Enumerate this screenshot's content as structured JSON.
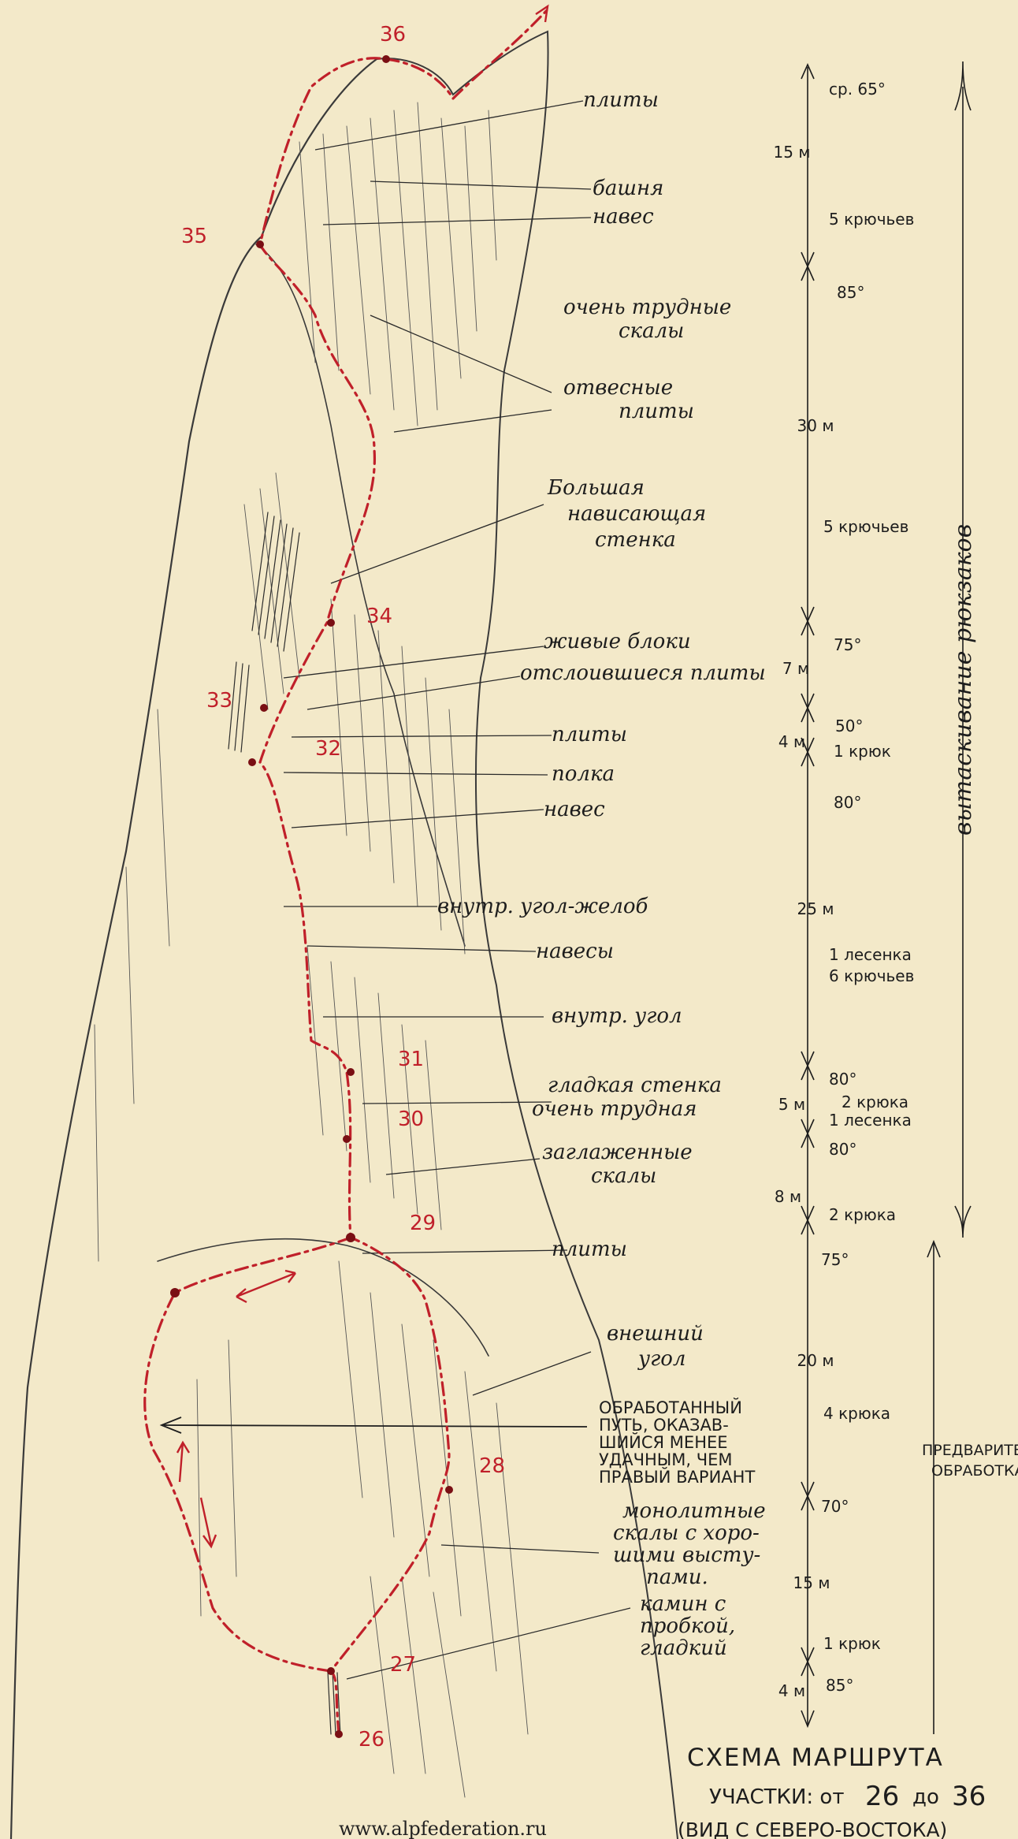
{
  "title": "СХЕМА МАРШРУТА",
  "subtitle_prefix": "УЧАСТКИ: от",
  "subtitle_from": "26",
  "subtitle_to_word": "до",
  "subtitle_to": "36",
  "view_caption": "(ВИД С СЕВЕРО-ВОСТОКА)",
  "website": "www.alpfederation.ru",
  "right_vertical_note": "вытаскивание рюкзаков",
  "bottom_right_note_1": "ПРЕДВАРИТЕЛЬ",
  "bottom_right_note_2": "ОБРАБОТКА",
  "colors": {
    "paper": "#f3e9c9",
    "route": "#c0202a",
    "ink": "#1d1d1d"
  },
  "points": [
    {
      "id": "36",
      "label": "36"
    },
    {
      "id": "35",
      "label": "35"
    },
    {
      "id": "34",
      "label": "34"
    },
    {
      "id": "33",
      "label": "33"
    },
    {
      "id": "32",
      "label": "32"
    },
    {
      "id": "31",
      "label": "31"
    },
    {
      "id": "30",
      "label": "30"
    },
    {
      "id": "29",
      "label": "29"
    },
    {
      "id": "28",
      "label": "28"
    },
    {
      "id": "27",
      "label": "27"
    },
    {
      "id": "26",
      "label": "26"
    }
  ],
  "labels": [
    {
      "id": "l1",
      "text": "плиты"
    },
    {
      "id": "l2",
      "text": "башня"
    },
    {
      "id": "l3",
      "text": "навес"
    },
    {
      "id": "l4",
      "text": "очень трудные"
    },
    {
      "id": "l4b",
      "text": "скалы"
    },
    {
      "id": "l5",
      "text": "отвесные"
    },
    {
      "id": "l5b",
      "text": "плиты"
    },
    {
      "id": "l6",
      "text": "Большая"
    },
    {
      "id": "l6b",
      "text": "нависающая"
    },
    {
      "id": "l6c",
      "text": "стенка"
    },
    {
      "id": "l7",
      "text": "живые блоки"
    },
    {
      "id": "l8",
      "text": "отслоившиеся плиты"
    },
    {
      "id": "l9",
      "text": "плиты"
    },
    {
      "id": "l10",
      "text": "полка"
    },
    {
      "id": "l11",
      "text": "навес"
    },
    {
      "id": "l12",
      "text": "внутр. угол-желоб"
    },
    {
      "id": "l13",
      "text": "навесы"
    },
    {
      "id": "l14",
      "text": "внутр. угол"
    },
    {
      "id": "l15",
      "text": "гладкая стенка"
    },
    {
      "id": "l15b",
      "text": "очень трудная"
    },
    {
      "id": "l16",
      "text": "заглаженные"
    },
    {
      "id": "l16b",
      "text": "скалы"
    },
    {
      "id": "l17",
      "text": "плиты"
    },
    {
      "id": "l18",
      "text": "внешний"
    },
    {
      "id": "l18b",
      "text": "угол"
    },
    {
      "id": "l19",
      "text": "обработанный"
    },
    {
      "id": "l19b",
      "text": "путь, оказав-"
    },
    {
      "id": "l19c",
      "text": "шийся менее"
    },
    {
      "id": "l19d",
      "text": "удачным, чем"
    },
    {
      "id": "l19e",
      "text": "правый вариант"
    },
    {
      "id": "l20",
      "text": "монолитные"
    },
    {
      "id": "l20b",
      "text": "скалы с хоро-"
    },
    {
      "id": "l20c",
      "text": "шими высту-"
    },
    {
      "id": "l20d",
      "text": "пами."
    },
    {
      "id": "l21",
      "text": "камин с"
    },
    {
      "id": "l21b",
      "text": "пробкой,"
    },
    {
      "id": "l21c",
      "text": "гладкий"
    }
  ],
  "scale": [
    {
      "id": "s1",
      "text": "ср. 65°"
    },
    {
      "id": "s2",
      "text": "15 м"
    },
    {
      "id": "s3",
      "text": "5 крючьев"
    },
    {
      "id": "s4",
      "text": "85°"
    },
    {
      "id": "s5",
      "text": "30 м"
    },
    {
      "id": "s6",
      "text": "5 крючьев"
    },
    {
      "id": "s7",
      "text": "75°"
    },
    {
      "id": "s8",
      "text": "7 м"
    },
    {
      "id": "s9",
      "text": "50°"
    },
    {
      "id": "s10",
      "text": "4 м"
    },
    {
      "id": "s11",
      "text": "1 крюк"
    },
    {
      "id": "s12",
      "text": "80°"
    },
    {
      "id": "s13",
      "text": "25 м"
    },
    {
      "id": "s14",
      "text": "1 лесенка"
    },
    {
      "id": "s15",
      "text": "6 крючьев"
    },
    {
      "id": "s16",
      "text": "80°"
    },
    {
      "id": "s17",
      "text": "5 м"
    },
    {
      "id": "s18",
      "text": "2 крюка"
    },
    {
      "id": "s19",
      "text": "1 лесенка"
    },
    {
      "id": "s20",
      "text": "80°"
    },
    {
      "id": "s21",
      "text": "8 м"
    },
    {
      "id": "s22",
      "text": "2 крюка"
    },
    {
      "id": "s23",
      "text": "75°"
    },
    {
      "id": "s24",
      "text": "20 м"
    },
    {
      "id": "s25",
      "text": "4 крюка"
    },
    {
      "id": "s26",
      "text": "70°"
    },
    {
      "id": "s27",
      "text": "15 м"
    },
    {
      "id": "s28",
      "text": "1 крюк"
    },
    {
      "id": "s29",
      "text": "4 м"
    },
    {
      "id": "s30",
      "text": "85°"
    }
  ]
}
